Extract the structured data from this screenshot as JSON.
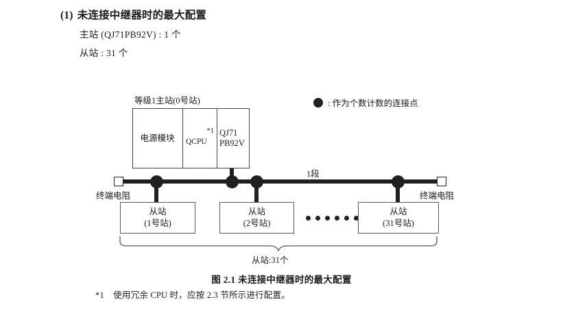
{
  "heading": {
    "number": "(1)",
    "title": "未连接中继器时的最大配置",
    "line_master": "主站 (QJ71PB92V) : 1 个",
    "line_slave": "从站 : 31 个"
  },
  "legend": {
    "symbol": "filled-circle",
    "text": ": 作为个数计数的连接点"
  },
  "diagram": {
    "master_label": "等级1主站(0号站)",
    "module": {
      "power": "电源模块",
      "cpu": "QCPU",
      "cpu_footnote": "*1",
      "network_line1": "QJ71",
      "network_line2": "PB92V"
    },
    "segment_label": "1段",
    "terminator_left": "终端电阻",
    "terminator_right": "终端电阻",
    "slaves": [
      {
        "name": "从站",
        "station": "(1号站)"
      },
      {
        "name": "从站",
        "station": "(2号站)"
      },
      {
        "name": "从站",
        "station": "(31号站)"
      }
    ],
    "ellipsis_count": 6,
    "brace_label": "从站:31个"
  },
  "captions": {
    "figure": "图 2.1  未连接中继器时的最大配置",
    "footnote_marker": "*1",
    "footnote_text": "使用冗余 CPU 时，应按 2.3 节所示进行配置。"
  },
  "colors": {
    "ink": "#231f20",
    "box_stroke": "#444444",
    "text": "#1a1a1a"
  }
}
